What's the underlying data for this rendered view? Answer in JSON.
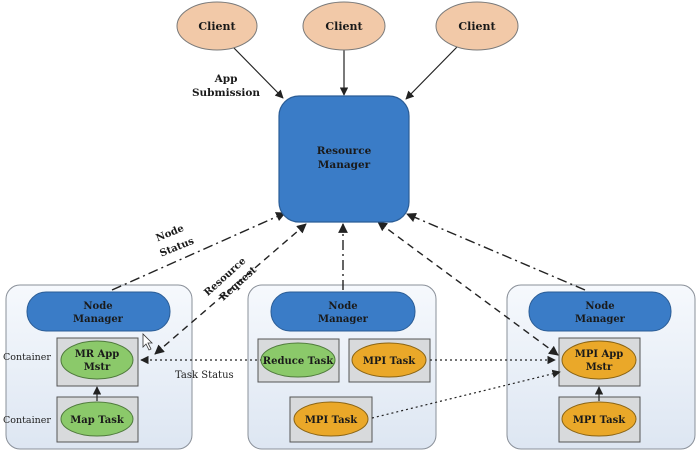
{
  "clients": [
    "Client",
    "Client",
    "Client"
  ],
  "resource_manager": {
    "line1": "Resource",
    "line2": "Manager"
  },
  "node_managers": [
    {
      "line1": "Node",
      "line2": "Manager"
    },
    {
      "line1": "Node",
      "line2": "Manager"
    },
    {
      "line1": "Node",
      "line2": "Manager"
    }
  ],
  "tasks": {
    "mr_app_master": {
      "line1": "MR App",
      "line2": "Mstr"
    },
    "map_task": "Map Task",
    "reduce_task": "Reduce Task",
    "mpi_task_mid_top": "MPI Task",
    "mpi_task_mid_bottom": "MPI Task",
    "mpi_app_master": {
      "line1": "MPI App",
      "line2": "Mstr"
    },
    "mpi_task_right": "MPI Task"
  },
  "labels": {
    "app_submission": {
      "line1": "App",
      "line2": "Submission"
    },
    "node_status": {
      "line1": "Node",
      "line2": "Status"
    },
    "resource_request": {
      "line1": "Resource",
      "line2": "Request"
    },
    "task_status": "Task Status",
    "container_1": "Container",
    "container_2": "Container"
  },
  "colors": {
    "client_fill": "#f2c9a8",
    "blue_fill": "#3a7cc7",
    "green_fill": "#8bc96a",
    "orange_fill": "#eaa829",
    "node_box_fill": "#eef3fa",
    "container_fill": "#d8dadc"
  }
}
